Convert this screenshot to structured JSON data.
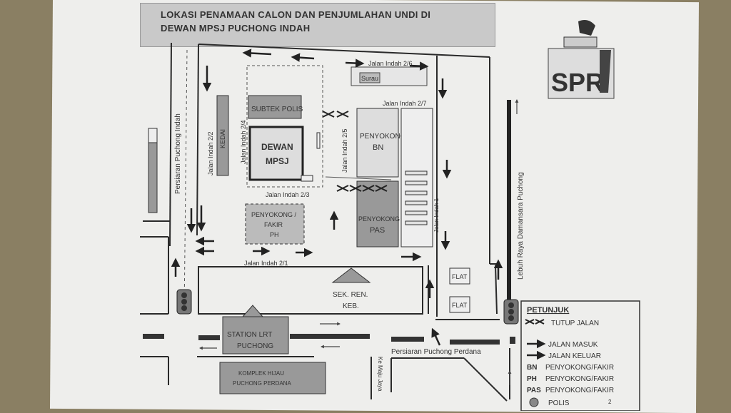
{
  "title": {
    "line1": "LOKASI PENAMAAN CALON DAN PENJUMLAHAN UNDI DI",
    "line2": "DEWAN MPSJ PUCHONG INDAH"
  },
  "logo": {
    "text": "SPR",
    "icon": "ballot-box-icon"
  },
  "roads": {
    "jalan_indah_2_6": "Jalan Indah 2/6",
    "jalan_indah_2_7": "Jalan Indah 2/7",
    "jalan_indah_2_2": "Jalan Indah 2/2",
    "jalan_indah_2_4": "Jalan Indah 2/4",
    "jalan_indah_2_5": "Jalan Indah 2/5",
    "jalan_indah_2_3": "Jalan Indah 2/3",
    "jalan_indah_2_1": "Jalan Indah 2/1",
    "jalan_indah_1": "Jalan Indah 1",
    "persiaran_puchong_indah": "Persiaran Puchong  Indah",
    "lebuh_raya": "Lebuh Raya Damansara Puchong",
    "persiaran_puchong_perdana": "Persiaran Puchong Perdana",
    "ke_maju_jaya": "Ke Maju Jaya"
  },
  "buildings": {
    "surau": "Surau",
    "subtek_polis": "SUBTEK POLIS",
    "kedai": "KEDAI",
    "dewan_line1": "DEWAN",
    "dewan_line2": "MPSJ",
    "penyokong_bn_line1": "PENYOKONG",
    "penyokong_bn_line2": "BN",
    "penyokong_ph_line1": "PENYOKONG /",
    "penyokong_ph_line2": "FAKIR",
    "penyokong_ph_line3": "PH",
    "penyokong_pas_line1": "PENYOKONG",
    "penyokong_pas_line2": "PAS",
    "flat1": "FLAT",
    "flat2": "FLAT",
    "sekolah_line1": "SEK. REN.",
    "sekolah_line2": "KEB.",
    "station_line1": "STATION LRT",
    "station_line2": "PUCHONG",
    "komplek_line1": "KOMPLEK HIJAU",
    "komplek_line2": "PUCHONG PERDANA"
  },
  "legend": {
    "heading": "PETUNJUK",
    "tutup_jalan": "TUTUP JALAN",
    "jalan_masuk": "JALAN MASUK",
    "jalan_keluar": "JALAN KELUAR",
    "bn_key": "BN",
    "bn_value": "PENYOKONG/FAKIR",
    "ph_key": "PH",
    "ph_value": "PENYOKONG/FAKIR",
    "pas_key": "PAS",
    "pas_value": "PENYOKONG/FAKIR",
    "polis": "POLIS",
    "page_number": "2"
  },
  "colors": {
    "building_fill": "#9a9a9a",
    "road_line": "#2a2a2a",
    "paper": "#eeeeec"
  }
}
